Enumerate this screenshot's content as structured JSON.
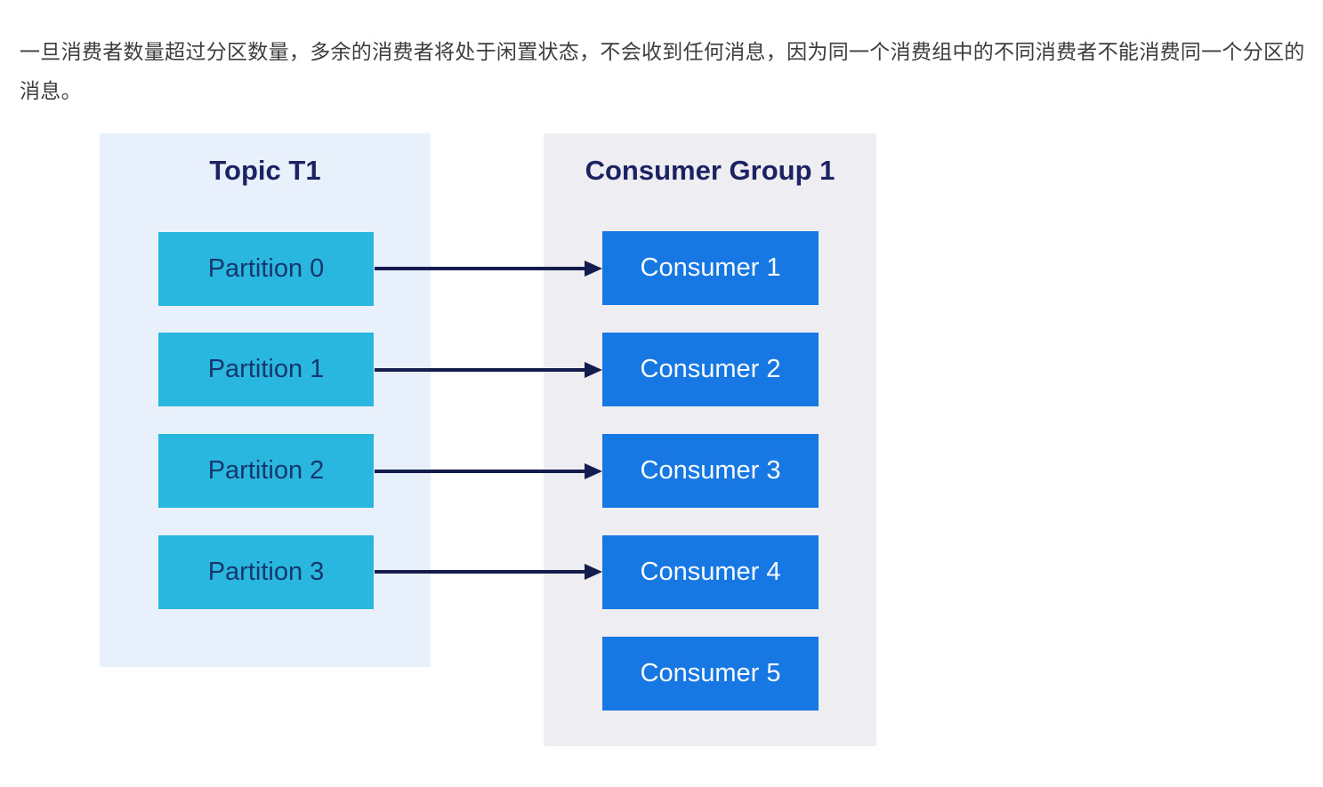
{
  "intro": {
    "text": "一旦消费者数量超过分区数量，多余的消费者将处于闲置状态，不会收到任何消息，因为同一个消费组中的不同消费者不能消费同一个分区的消息。"
  },
  "topic": {
    "title": "Topic T1",
    "partitions": [
      "Partition 0",
      "Partition 1",
      "Partition 2",
      "Partition 3"
    ]
  },
  "consumer_group": {
    "title": "Consumer Group 1",
    "consumers": [
      "Consumer 1",
      "Consumer 2",
      "Consumer 3",
      "Consumer 4",
      "Consumer 5"
    ]
  },
  "connections": [
    {
      "from": "Partition 0",
      "to": "Consumer 1"
    },
    {
      "from": "Partition 1",
      "to": "Consumer 2"
    },
    {
      "from": "Partition 2",
      "to": "Consumer 3"
    },
    {
      "from": "Partition 3",
      "to": "Consumer 4"
    }
  ],
  "idle_consumers": [
    "Consumer 5"
  ],
  "colors": {
    "topic_container_bg": "#e8f0fc",
    "group_container_bg": "#eeedf2",
    "partition_bg": "#29b7e0",
    "consumer_bg": "#1778e3",
    "heading_text": "#1b2363",
    "partition_text": "#15376e",
    "consumer_text": "#f8fbff",
    "arrow": "#141b4d",
    "paragraph_text": "#3d3d3d"
  }
}
